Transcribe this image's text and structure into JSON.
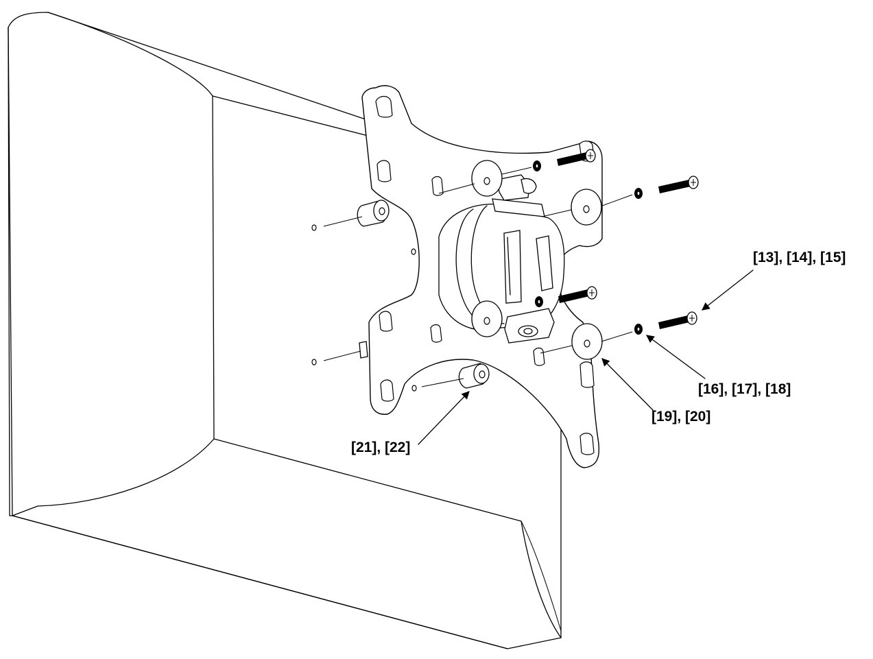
{
  "callouts": {
    "screw": "[13], [14], [15]",
    "lock_washer": "[16], [17], [18]",
    "washer": "[19], [20]",
    "spacer": "[21], [22]"
  }
}
